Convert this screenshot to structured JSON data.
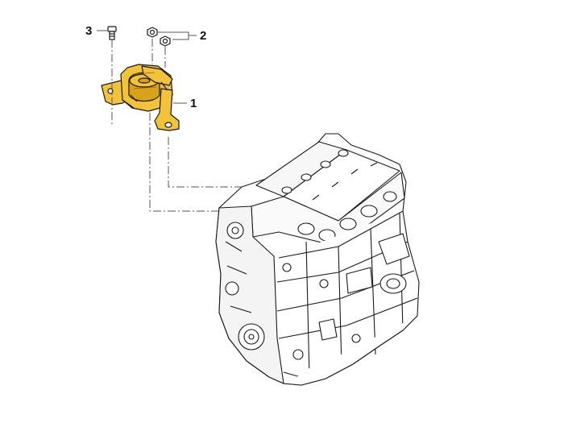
{
  "callouts": [
    {
      "id": "1",
      "label": "1"
    },
    {
      "id": "2",
      "label": "2"
    },
    {
      "id": "3",
      "label": "3"
    }
  ],
  "colors": {
    "mount_fill": "#f2c23a",
    "mount_shade": "#d9a21b",
    "line": "#1a1a1a",
    "leader": "#555555"
  }
}
